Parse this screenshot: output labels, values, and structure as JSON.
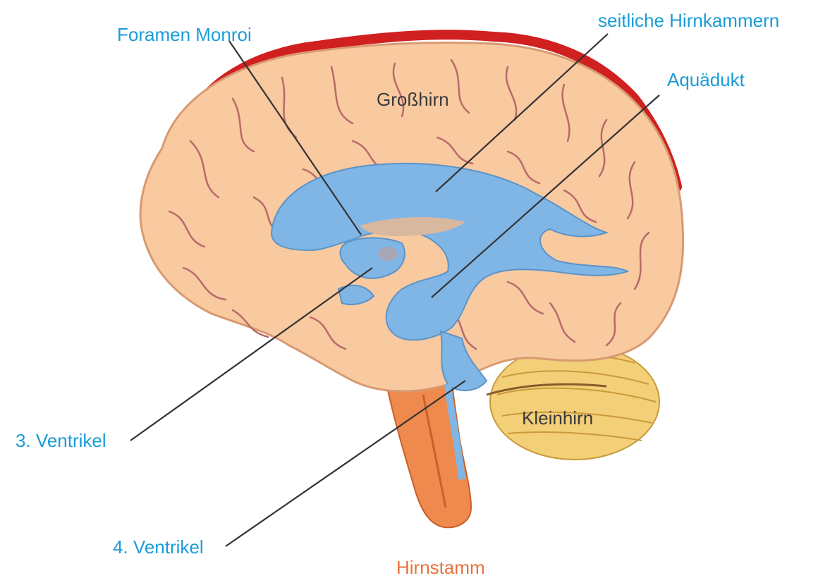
{
  "labels": {
    "foramen_monroi": "Foramen Monroi",
    "seitliche_hirnkammern": "seitliche Hirnkammern",
    "aquaedukt": "Aquädukt",
    "grosshirn": "Großhirn",
    "kleinhirn": "Kleinhirn",
    "ventrikel3": "3. Ventrikel",
    "ventrikel4": "4. Ventrikel",
    "hirnstamm": "Hirnstamm"
  },
  "colors": {
    "label_blue": "#1a9cd8",
    "label_dark": "#3a3a3a",
    "label_orange": "#e8733a",
    "cerebrum": "#f9c9a0",
    "gyri_lines": "#b86a6a",
    "meninges": "#d0201f",
    "ventricles": "#7fb6e6",
    "cerebellum": "#f3cf78",
    "brainstem": "#ef8a4e",
    "leader_line": "#333333"
  }
}
